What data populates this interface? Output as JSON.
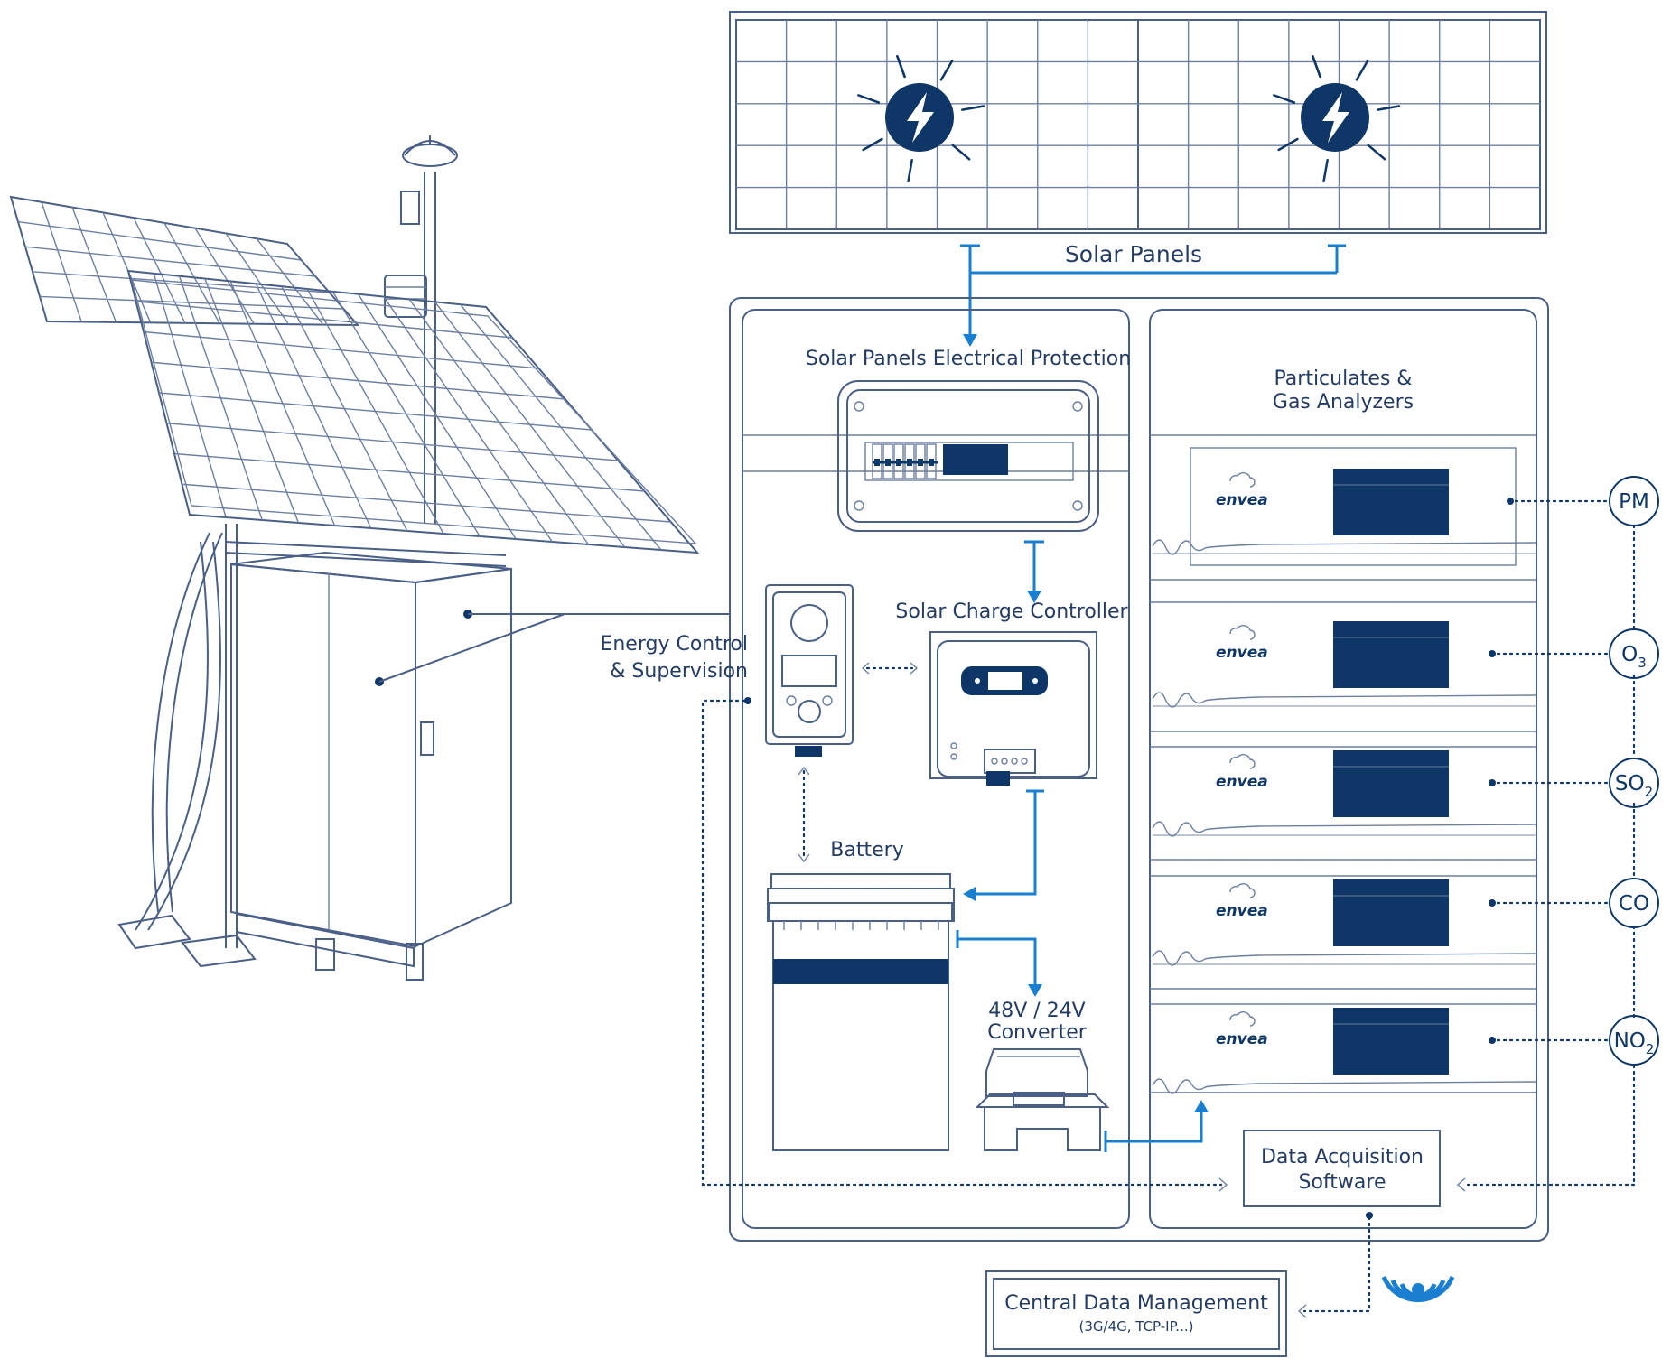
{
  "labels": {
    "solar_panels": "Solar Panels",
    "electrical_protection": "Solar Panels Electrical Protection",
    "charge_controller": "Solar Charge Controller",
    "energy_control_line1": "Energy Control",
    "energy_control_line2": "& Supervision",
    "battery": "Battery",
    "converter_line1": "48V / 24V",
    "converter_line2": "Converter",
    "analyzers_line1": "Particulates &",
    "analyzers_line2": "Gas Analyzers",
    "daq_line1": "Data Acquisition",
    "daq_line2": "Software",
    "central_line1": "Central Data Management",
    "central_line2": "(3G/4G, TCP-IP...)"
  },
  "analyzers": [
    {
      "brand": "envea",
      "gas": "PM",
      "sub": ""
    },
    {
      "brand": "envea",
      "gas": "O",
      "sub": "3"
    },
    {
      "brand": "envea",
      "gas": "SO",
      "sub": "2"
    },
    {
      "brand": "envea",
      "gas": "CO",
      "sub": ""
    },
    {
      "brand": "envea",
      "gas": "NO",
      "sub": "2"
    }
  ],
  "colors": {
    "navy": "#0e3666",
    "outline": "#4a5f86",
    "power_flow": "#1a7fd0"
  },
  "icons": [
    "lightning-icon",
    "wireless-signal-icon",
    "cloud-icon"
  ]
}
